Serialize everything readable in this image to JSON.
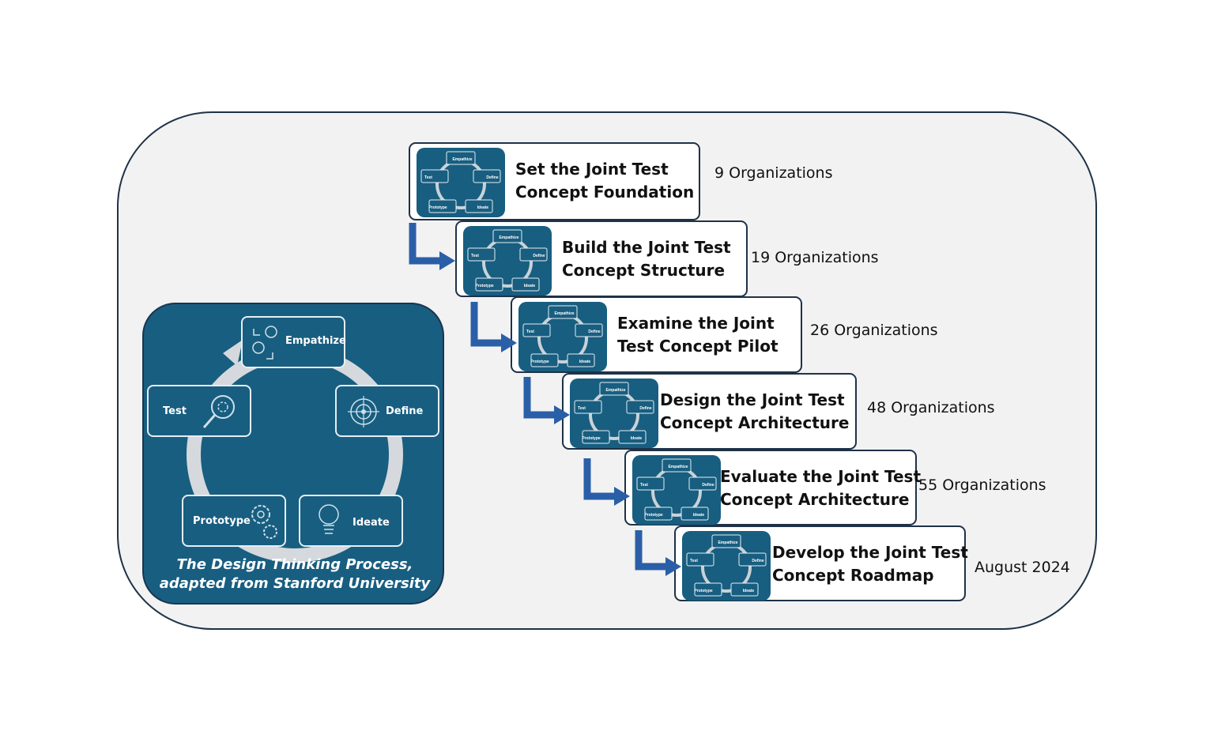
{
  "cycle": {
    "stages": {
      "empathize": "Empathize",
      "define": "Define",
      "ideate": "Ideate",
      "prototype": "Prototype",
      "test": "Test"
    },
    "caption_line1": "The Design Thinking  Process,",
    "caption_line2": "adapted from Stanford University"
  },
  "steps": [
    {
      "title_line1": "Set the Joint Test",
      "title_line2": "Concept Foundation",
      "count": "9 Organizations"
    },
    {
      "title_line1": "Build the Joint Test",
      "title_line2": "Concept Structure",
      "count": "19 Organizations"
    },
    {
      "title_line1": "Examine the Joint",
      "title_line2": "Test Concept Pilot",
      "count": "26 Organizations"
    },
    {
      "title_line1": "Design the Joint Test",
      "title_line2": "Concept Architecture",
      "count": "48 Organizations"
    },
    {
      "title_line1": "Evaluate the Joint Test",
      "title_line2": "Concept Architecture",
      "count": "55 Organizations"
    },
    {
      "title_line1": "Develop the Joint Test",
      "title_line2": "Concept Roadmap",
      "count": "August 2024"
    }
  ],
  "colors": {
    "panel_bg": "#f2f2f2",
    "card_bg": "#185e80",
    "arrow": "#2a5fa8",
    "border": "#1f3247"
  }
}
